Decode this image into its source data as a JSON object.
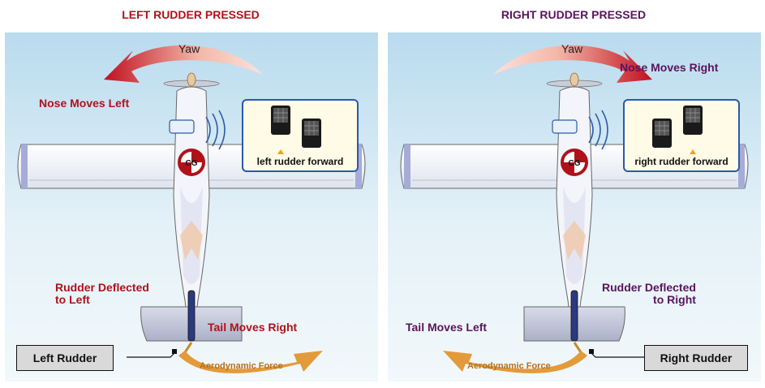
{
  "left": {
    "title": "LEFT RUDDER PRESSED",
    "yaw": "Yaw",
    "nose": "Nose Moves Left",
    "rudder_line1": "Rudder Deflected",
    "rudder_line2": "to Left",
    "tail": "Tail Moves Right",
    "aero": "Aerodynamic Force",
    "box": "Left Rudder",
    "callout": "left rudder forward",
    "cg": "CG"
  },
  "right": {
    "title": "RIGHT RUDDER PRESSED",
    "yaw": "Yaw",
    "nose": "Nose Moves Right",
    "rudder_line1": "Rudder Deflected",
    "rudder_line2": "to Right",
    "tail": "Tail Moves Left",
    "aero": "Aerodynamic Force",
    "box": "Right Rudder",
    "callout": "right rudder forward",
    "cg": "CG"
  },
  "colors": {
    "left_accent": "#b0121b",
    "right_accent": "#5a145e",
    "aero_arrow": "#e39a3a",
    "yaw_arrow": "#d9503a"
  }
}
